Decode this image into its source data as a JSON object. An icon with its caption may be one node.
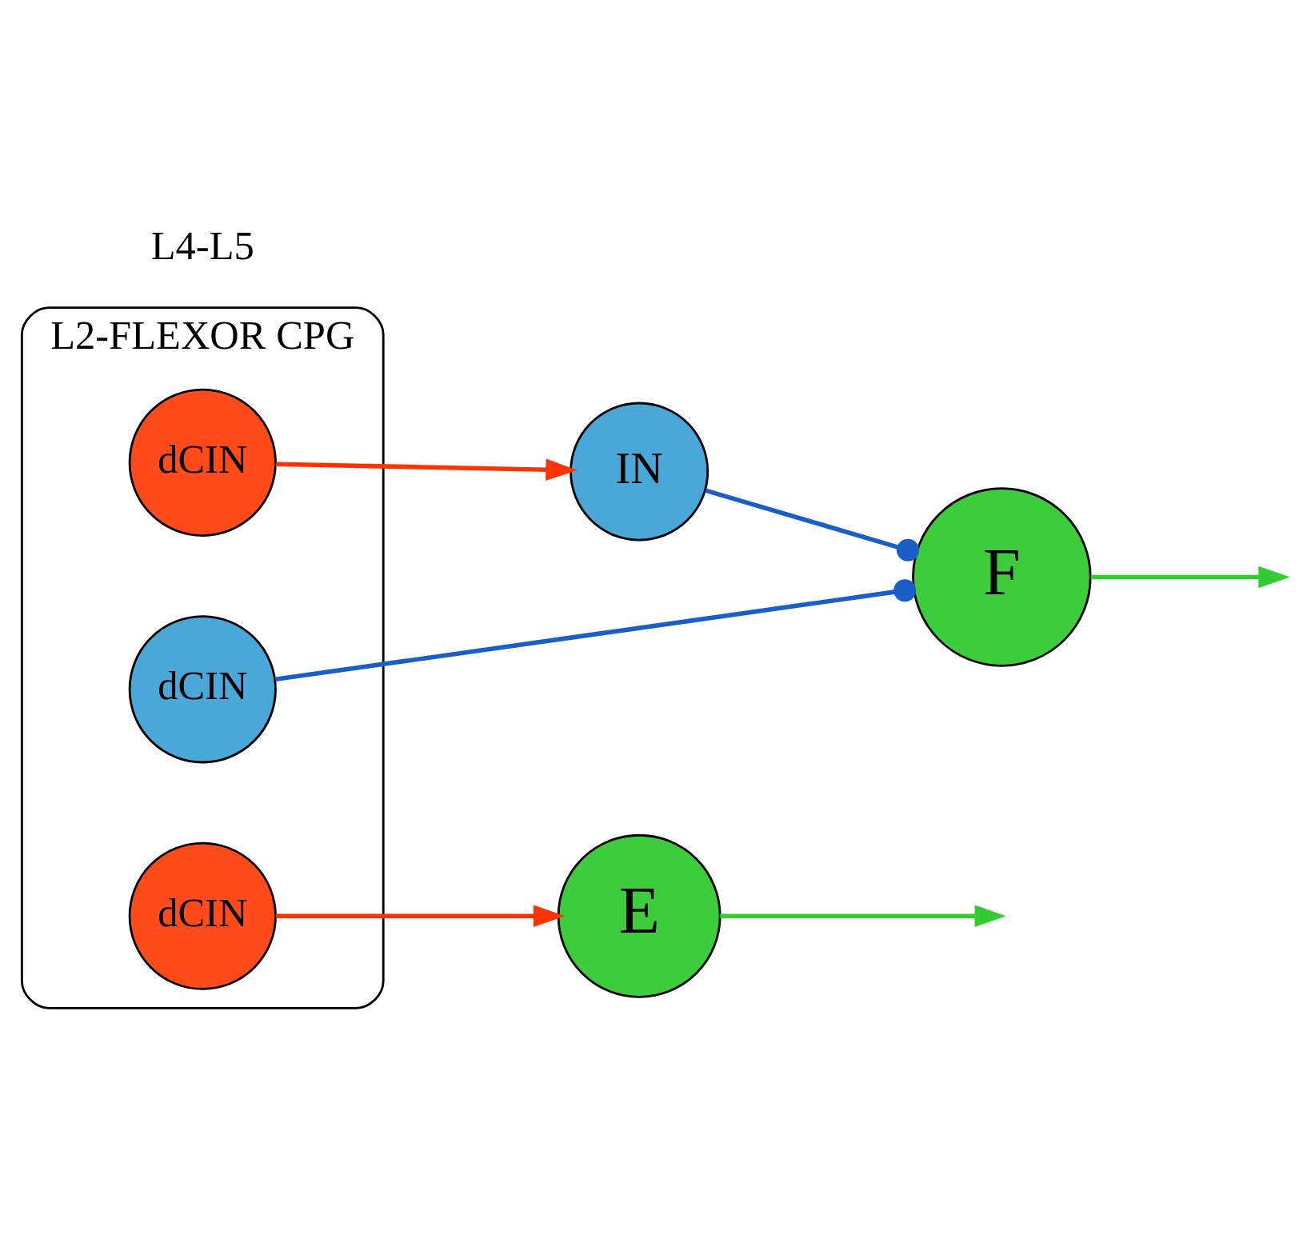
{
  "diagram": {
    "nodes": [
      {
        "text": [
          "L2-FLEXOR CPG"
        ]
      },
      {
        "text": [
          "dCIN"
        ],
        "in": 0
      },
      {
        "text": [
          "dCIN"
        ],
        "in": 0
      },
      {
        "text": [
          "dCIN"
        ],
        "in": 0
      },
      {
        "text": [
          "IN"
        ]
      },
      {
        "text": [
          "F"
        ]
      },
      {
        "text": [
          "E"
        ]
      }
    ],
    "edges": [
      {
        "from": 1,
        "to": 4,
        "arrow": "to",
        "color": "#ff3300"
      },
      {
        "from": 2,
        "to": 5,
        "arrow": "other",
        "color": "#1a5fc8"
      },
      {
        "from": 3,
        "to": 6,
        "arrow": "to",
        "color": "#ff3300"
      },
      {
        "from": 4,
        "to": 5,
        "arrow": "other",
        "color": "#1a5fc8"
      },
      {
        "from": 5,
        "to": null,
        "arrow": "to",
        "color": "#33cc33"
      },
      {
        "from": 6,
        "to": null,
        "arrow": "to",
        "color": "#33cc33"
      }
    ],
    "labels": [
      "L4-L5"
    ]
  }
}
